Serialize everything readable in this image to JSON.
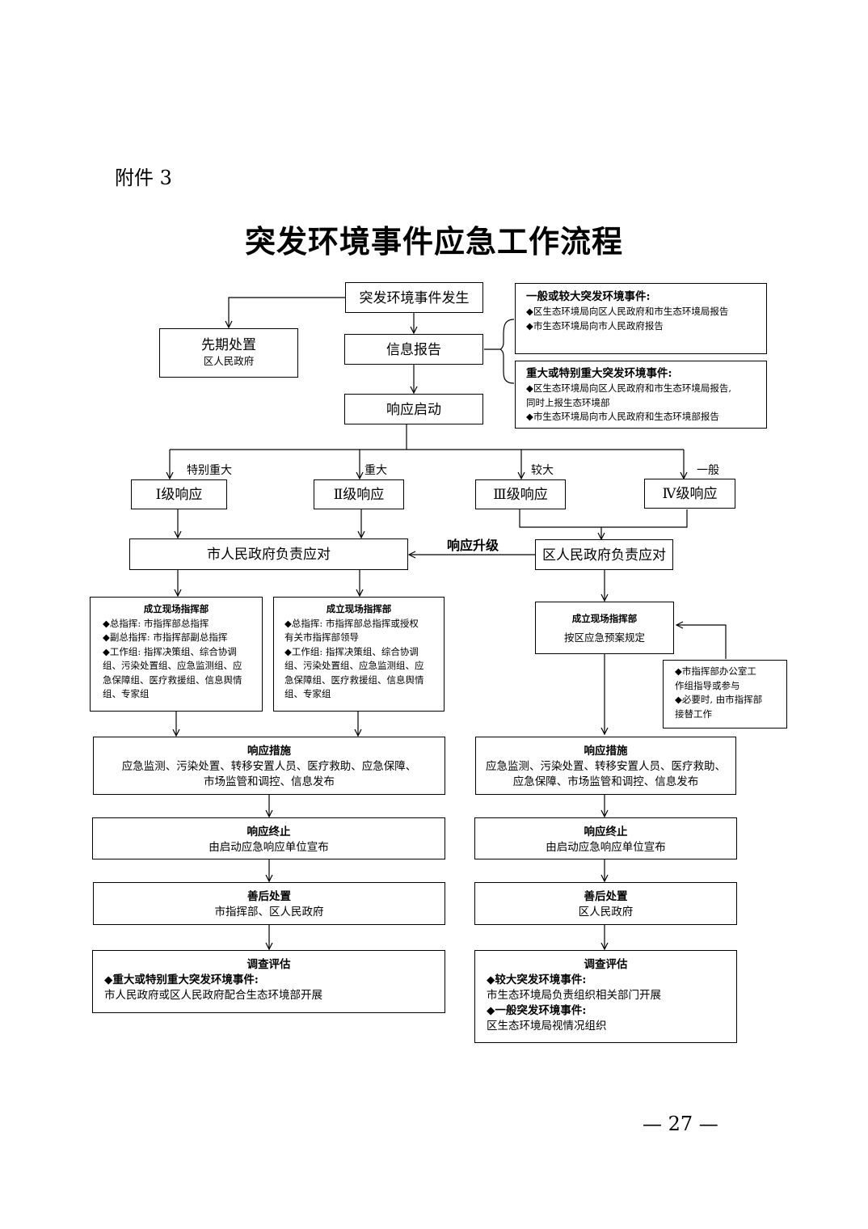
{
  "attachment": "附件 3",
  "title": "突发环境事件应急工作流程",
  "start": "突发环境事件发生",
  "early": {
    "title": "先期处置",
    "sub": "区人民政府"
  },
  "report": "信息报告",
  "report_general": {
    "heading": "一般或较大突发环境事件:",
    "items": [
      "◆区生态环境局向区人民政府和市生态环境局报告",
      "◆市生态环境局向市人民政府报告"
    ]
  },
  "report_major": {
    "heading": "重大或特别重大突发环境事件:",
    "items": [
      "◆区生态环境局向区人民政府和市生态环境局报告,",
      "同时上报生态环境部",
      "◆市生态环境局向市人民政府和生态环境部报告"
    ]
  },
  "response_start": "响应启动",
  "levels": [
    {
      "tag": "特别重大",
      "label": "Ⅰ级响应"
    },
    {
      "tag": "重大",
      "label": "Ⅱ级响应"
    },
    {
      "tag": "较大",
      "label": "Ⅲ级响应"
    },
    {
      "tag": "一般",
      "label": "Ⅳ级响应"
    }
  ],
  "city_gov": "市人民政府负责应对",
  "upgrade": "响应升级",
  "district_gov": "区人民政府负责应对",
  "hq1": {
    "heading": "成立现场指挥部",
    "lines": [
      "◆总指挥: 市指挥部总指挥",
      "◆副总指挥: 市指挥部副总指挥",
      "◆工作组: 指挥决策组、综合协调",
      "组、污染处置组、应急监测组、应",
      "急保障组、医疗救援组、信息舆情",
      "组、专家组"
    ]
  },
  "hq2": {
    "heading": "成立现场指挥部",
    "lines": [
      "◆总指挥: 市指挥部总指挥或授权",
      "有关市指挥部领导",
      "◆工作组: 指挥决策组、综合协调",
      "组、污染处置组、应急监测组、应",
      "急保障组、医疗救援组、信息舆情",
      "组、专家组"
    ]
  },
  "hq3": {
    "heading": "成立现场指挥部",
    "sub": "按区应急预案规定"
  },
  "city_office": {
    "lines": [
      "◆市指挥部办公室工",
      "作组指导或参与",
      "◆必要时, 由市指挥部",
      "接替工作"
    ]
  },
  "measures_left": {
    "title": "响应措施",
    "lines": [
      "应急监测、污染处置、转移安置人员、医疗救助、应急保障、",
      "市场监管和调控、信息发布"
    ]
  },
  "measures_right": {
    "title": "响应措施",
    "lines": [
      "应急监测、污染处置、转移安置人员、医疗救助、",
      "应急保障、市场监管和调控、信息发布"
    ]
  },
  "end_left": {
    "title": "响应终止",
    "sub": "由启动应急响应单位宣布"
  },
  "end_right": {
    "title": "响应终止",
    "sub": "由启动应急响应单位宣布"
  },
  "after_left": {
    "title": "善后处置",
    "sub": "市指挥部、区人民政府"
  },
  "after_right": {
    "title": "善后处置",
    "sub": "区人民政府"
  },
  "eval_left": {
    "title": "调查评估",
    "lines": [
      "◆重大或特别重大突发环境事件:",
      "市人民政府或区人民政府配合生态环境部开展"
    ]
  },
  "eval_right": {
    "title": "调查评估",
    "lines": [
      "◆较大突发环境事件:",
      "市生态环境局负责组织相关部门开展",
      "◆一般突发环境事件:",
      "区生态环境局视情况组织"
    ]
  },
  "page_number": "— 27 —"
}
